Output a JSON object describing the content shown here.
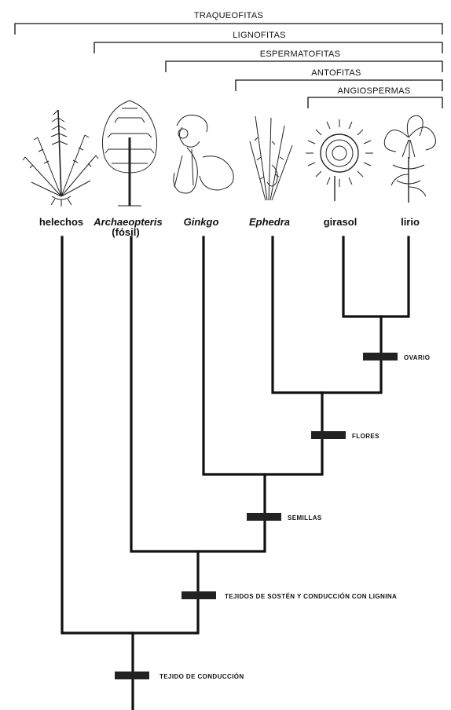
{
  "groups": [
    {
      "label": "TRAQUEOFITAS"
    },
    {
      "label": "LIGNOFITAS"
    },
    {
      "label": "ESPERMATOFITAS"
    },
    {
      "label": "ANTOFITAS"
    },
    {
      "label": "ANGIOSPERMAS"
    }
  ],
  "taxa": [
    {
      "label": "helechos"
    },
    {
      "label": "Archaeopteris"
    },
    {
      "label": "(fósil)"
    },
    {
      "label": "Ginkgo"
    },
    {
      "label": "Ephedra"
    },
    {
      "label": "girasol"
    },
    {
      "label": "lirio"
    }
  ],
  "characters": [
    {
      "label": "OVARIO"
    },
    {
      "label": "FLORES"
    },
    {
      "label": "SEMILLAS"
    },
    {
      "label": "TEJIDOS DE SOSTÉN Y CONDUCCIÓN CON LIGNINA"
    },
    {
      "label": "TEJIDO DE CONDUCCIÓN"
    }
  ]
}
